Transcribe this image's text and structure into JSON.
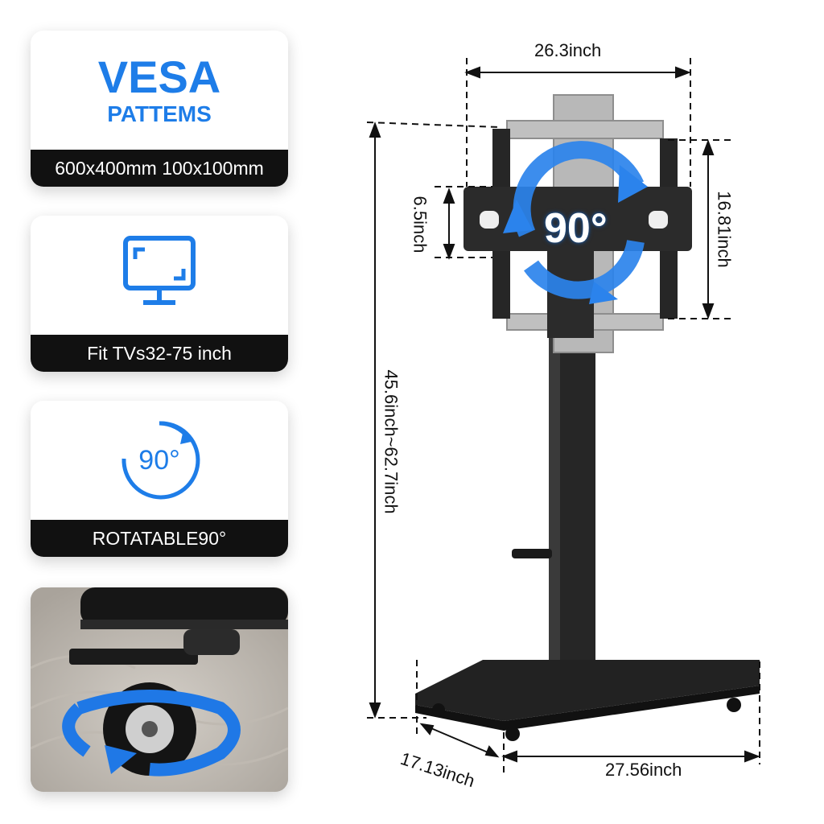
{
  "cards": {
    "vesa": {
      "title": "VESA",
      "subtitle": "PATTEMS",
      "caption": "600x400mm 100x100mm"
    },
    "fit": {
      "icon": "monitor-icon",
      "caption": "Fit TVs32-75 inch"
    },
    "rotate": {
      "icon": "rotate-clockwise-icon",
      "icon_label": "90°",
      "caption": "ROTATABLE90°"
    },
    "wheel": {
      "icon": "caster-wheel-rotation-icon"
    }
  },
  "product": {
    "rotation_badge": "90°",
    "dimensions": {
      "mount_width": "26.3inch",
      "bracket_height": "6.5inch",
      "mount_height": "16.81inch",
      "total_height": "45.6inch~62.7inch",
      "base_depth": "17.13inch",
      "base_width": "27.56inch"
    }
  },
  "colors": {
    "accent_blue": "#1e7de8",
    "bar_black": "#111111",
    "stand_black": "#222222"
  }
}
